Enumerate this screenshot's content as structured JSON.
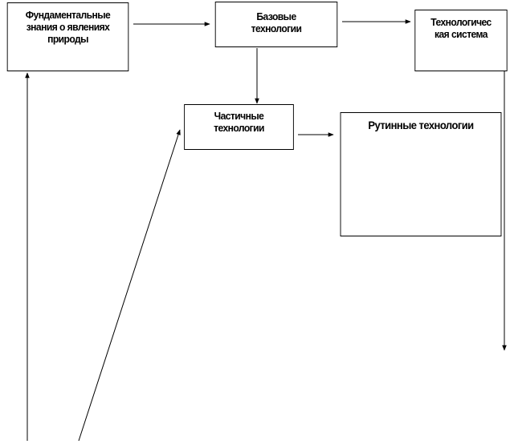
{
  "diagram": {
    "boxes": {
      "fundamental": "Фундаментальные\nзнания  о явлениях\nприроды",
      "basic": "Базовые\nтехнологии",
      "system": "Технологичес\nкая система",
      "partial": "Частичные\nтехнологии",
      "routine": "Рутинные  технологии"
    },
    "nodes": [
      "node-1",
      "node-2",
      "node-3",
      "node-4",
      "node-5",
      "node-6",
      "node-7"
    ]
  }
}
